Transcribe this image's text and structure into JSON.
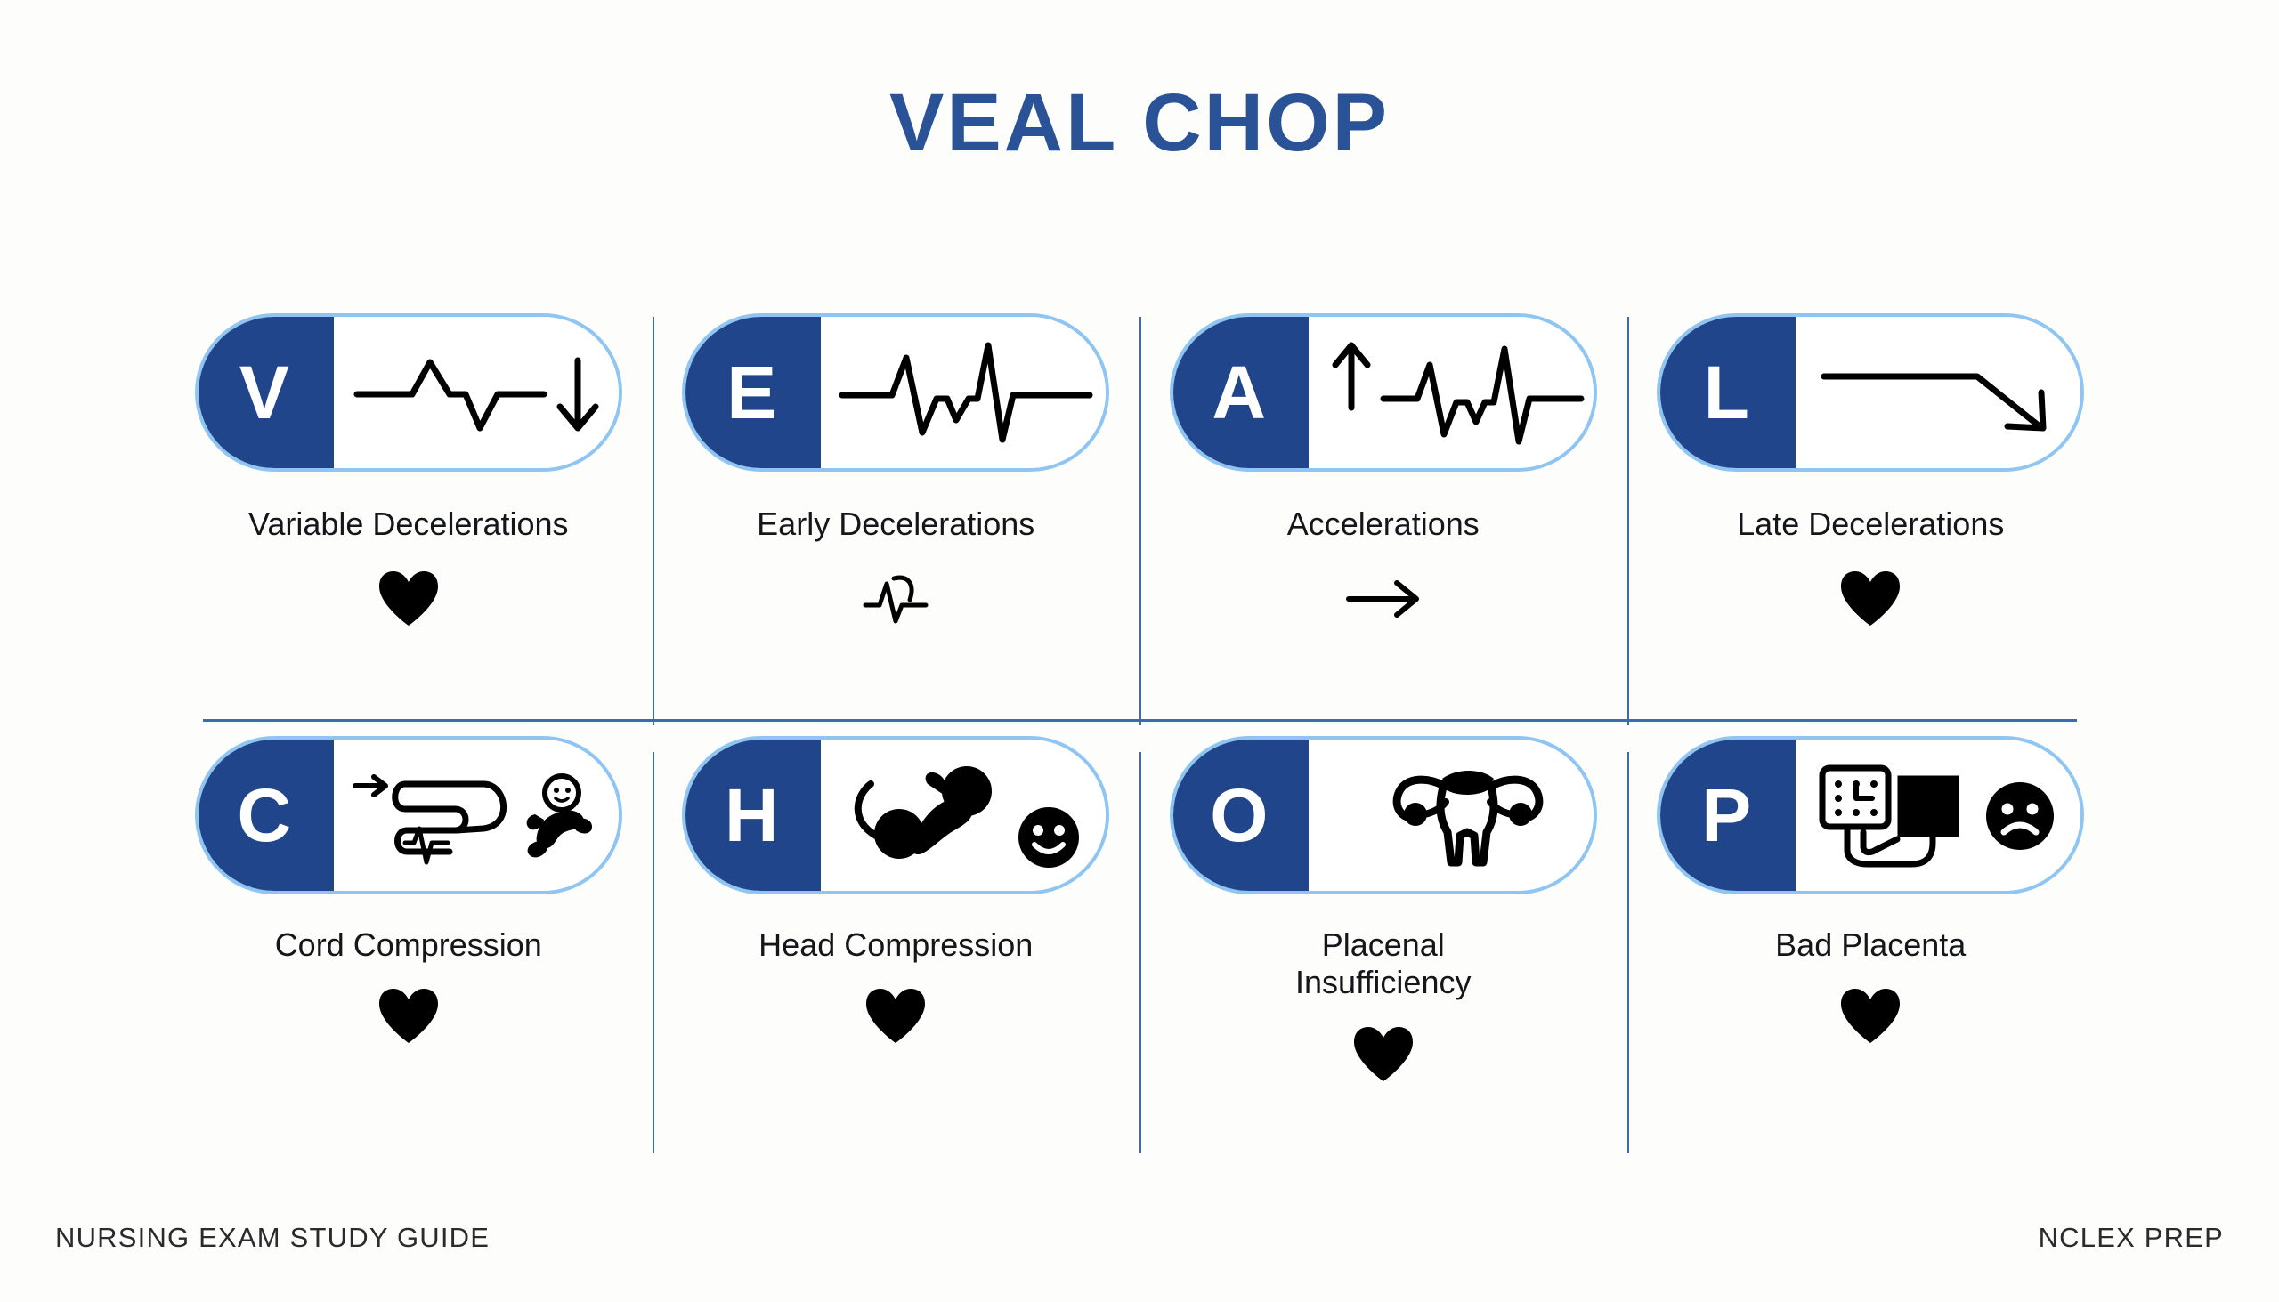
{
  "title": "VEAL CHOP",
  "colors": {
    "brand_blue": "#20458a",
    "title_blue": "#2a5397",
    "pill_border_light_blue": "#8ec5f2",
    "divider_blue": "#3f69b0",
    "background": "#fdfdfc",
    "icon_black": "#000000",
    "label_text": "#15161a"
  },
  "cards": [
    {
      "letter": "V",
      "label": "Variable Decelerations",
      "pill_icon": "variable-deceleration-waveform-with-down-arrow",
      "sub_icon": "heart-icon"
    },
    {
      "letter": "E",
      "label": "Early Decelerations",
      "pill_icon": "early-deceleration-ecg-waveform",
      "sub_icon": "pulse-curve-icon"
    },
    {
      "letter": "A",
      "label": "Accelerations",
      "pill_icon": "up-arrow-with-ecg-waveform",
      "sub_icon": "right-arrow-icon"
    },
    {
      "letter": "L",
      "label": "Late Decelerations",
      "pill_icon": "flat-line-with-descending-arrow",
      "sub_icon": "heart-icon"
    },
    {
      "letter": "C",
      "label": "Cord Compression",
      "pill_icon": "umbilical-cord-and-baby-icon",
      "sub_icon": "heart-icon"
    },
    {
      "letter": "H",
      "label": "Head Compression",
      "pill_icon": "fetus-and-smiley-face-icon",
      "sub_icon": "heart-icon"
    },
    {
      "letter": "O",
      "label": "Placenal Insufficiency",
      "label_line1": "Placenal",
      "label_line2": "Insufficiency",
      "pill_icon": "uterus-anatomy-icon",
      "sub_icon": "heart-icon"
    },
    {
      "letter": "P",
      "label": "Bad Placenta",
      "pill_icon": "blood-pressure-monitor-and-sad-face-icon",
      "sub_icon": "heart-icon"
    }
  ],
  "footer": {
    "left": "NURSING EXAM STUDY GUIDE",
    "right": "NCLEX PREP"
  }
}
